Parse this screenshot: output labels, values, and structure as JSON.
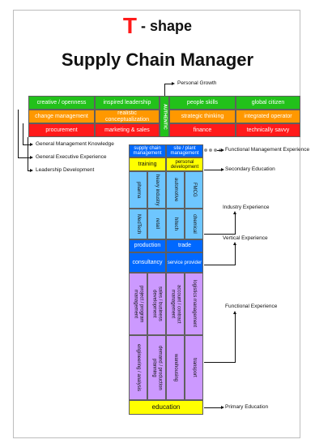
{
  "title": {
    "letter": "T",
    "suffix": " - shape",
    "subtitle": "Supply Chain Manager"
  },
  "top": {
    "creative": "creative / openness",
    "inspired": "inspired leadership",
    "authentic": "AUTHENTIC",
    "people": "people skills",
    "global": "global citizen",
    "change": "change management",
    "realistic": "realistic conceptualization",
    "strategic": "strategic thinking",
    "integrated": "integrated operator",
    "procurement": "procurement",
    "marketing": "marketing & sales",
    "finance": "finance",
    "tech": "technically savvy"
  },
  "stem": {
    "sc_mgmt": "supply chain management",
    "site_mgmt": "site / plant management",
    "training": "training",
    "personal_dev": "personal development",
    "industry": [
      "pharma",
      "heavy industry",
      "automotive",
      "FMCG",
      "MedTech",
      "retail",
      "hitech",
      "chemical"
    ],
    "production": "production",
    "trade": "trade",
    "consultancy": "consultancy",
    "service": "service provider",
    "functional": [
      "project / program management",
      "sales / business development",
      "account / contract management",
      "logistics management",
      "engineering / analysis",
      "demand / production planning",
      "warehousing",
      "transport"
    ],
    "education": "education"
  },
  "annotations": {
    "personal_growth": "Personal Growth",
    "general_mgmt": "General Management Knowledge",
    "general_exec": "General Executive Experience",
    "leadership": "Leadership Development",
    "functional_mgmt": "Functional Management Experience",
    "secondary_edu": "Secondary Education",
    "industry_exp": "Industry Experience",
    "vertical_exp": "Vertical Experience",
    "functional_exp": "Functional Experience",
    "primary_edu": "Primary Education"
  },
  "colors": {
    "green": "#22c11a",
    "orange": "#ff9800",
    "red": "#ff1a1a",
    "blue": "#0068ff",
    "yellow": "#ffff00",
    "light_blue": "#6ec6ff",
    "purple": "#cc99ff"
  }
}
